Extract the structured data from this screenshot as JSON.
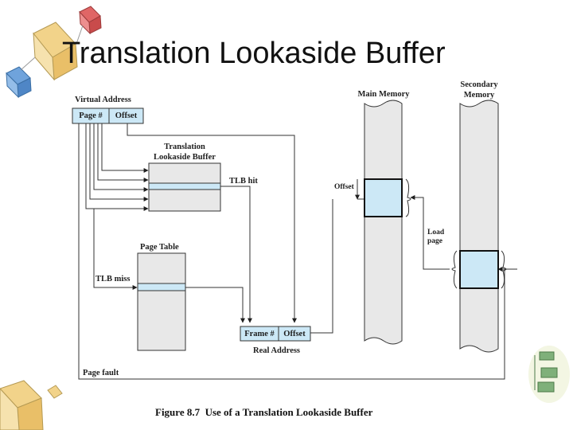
{
  "slide": {
    "title": "Translation Lookaside Buffer"
  },
  "figure": {
    "caption_number": "Figure 8.7",
    "caption_text": "Use of a Translation Lookaside Buffer",
    "virtual_address": {
      "label": "Virtual Address",
      "field_page": "Page #",
      "field_offset": "Offset"
    },
    "tlb": {
      "label_line1": "Translation",
      "label_line2": "Lookaside Buffer",
      "hit_label": "TLB hit",
      "miss_label": "TLB miss"
    },
    "page_table": {
      "label": "Page Table"
    },
    "real_address": {
      "label": "Real Address",
      "field_frame": "Frame #",
      "field_offset": "Offset"
    },
    "main_memory": {
      "label": "Main Memory",
      "offset_label": "Offset"
    },
    "secondary_memory": {
      "label_line1": "Secondary",
      "label_line2": "Memory"
    },
    "load_page": {
      "line1": "Load",
      "line2": "page"
    },
    "page_fault": {
      "label": "Page fault"
    }
  },
  "colors": {
    "highlight": "#cce8f6",
    "box": "#e8e8e8",
    "line": "#1e1e1e"
  }
}
